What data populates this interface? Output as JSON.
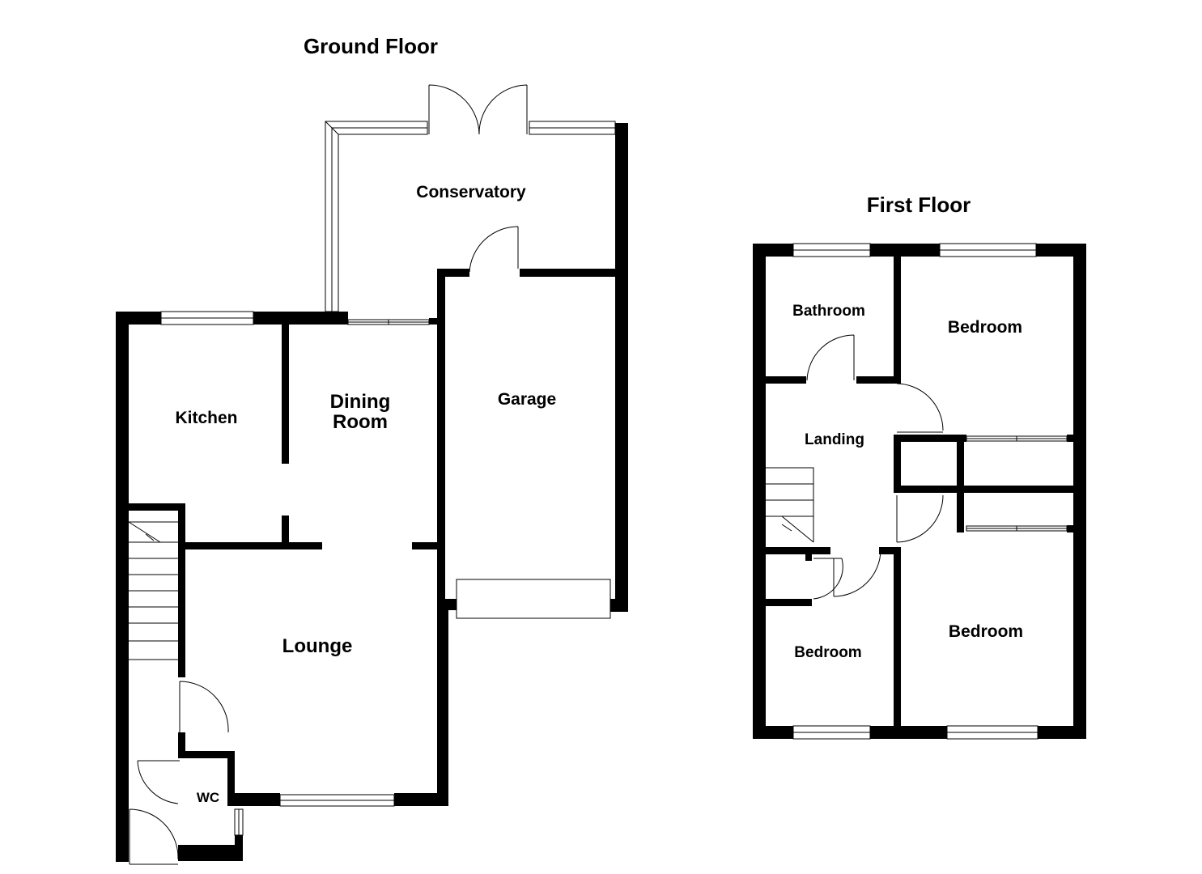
{
  "ground_floor": {
    "title": "Ground Floor",
    "rooms": {
      "conservatory": "Conservatory",
      "kitchen": "Kitchen",
      "dining_line1": "Dining",
      "dining_line2": "Room",
      "garage": "Garage",
      "lounge": "Lounge",
      "wc": "WC"
    }
  },
  "first_floor": {
    "title": "First Floor",
    "rooms": {
      "bathroom": "Bathroom",
      "bedroom_top_right": "Bedroom",
      "landing": "Landing",
      "bedroom_bottom_left": "Bedroom",
      "bedroom_bottom_right": "Bedroom"
    }
  }
}
